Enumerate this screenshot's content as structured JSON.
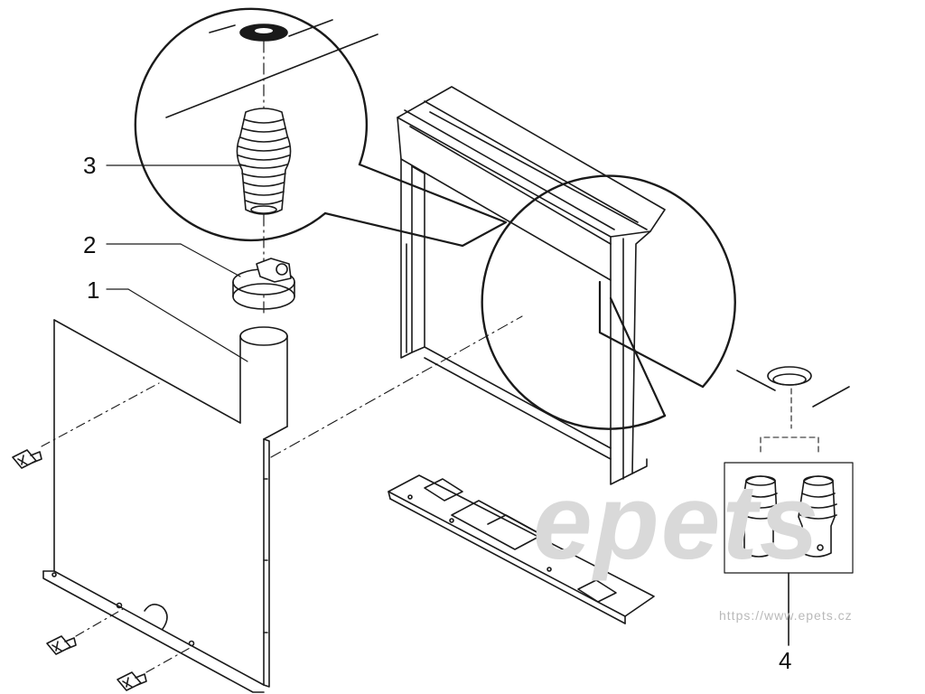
{
  "callouts": [
    {
      "id": "1",
      "label": "1"
    },
    {
      "id": "2",
      "label": "2"
    },
    {
      "id": "3",
      "label": "3"
    },
    {
      "id": "4",
      "label": "4"
    }
  ],
  "watermark": {
    "logo_text": "epets",
    "url": "https://www.epets.cz"
  },
  "colors": {
    "line": "#1a1a1a",
    "watermark": "#d9d9d9"
  }
}
